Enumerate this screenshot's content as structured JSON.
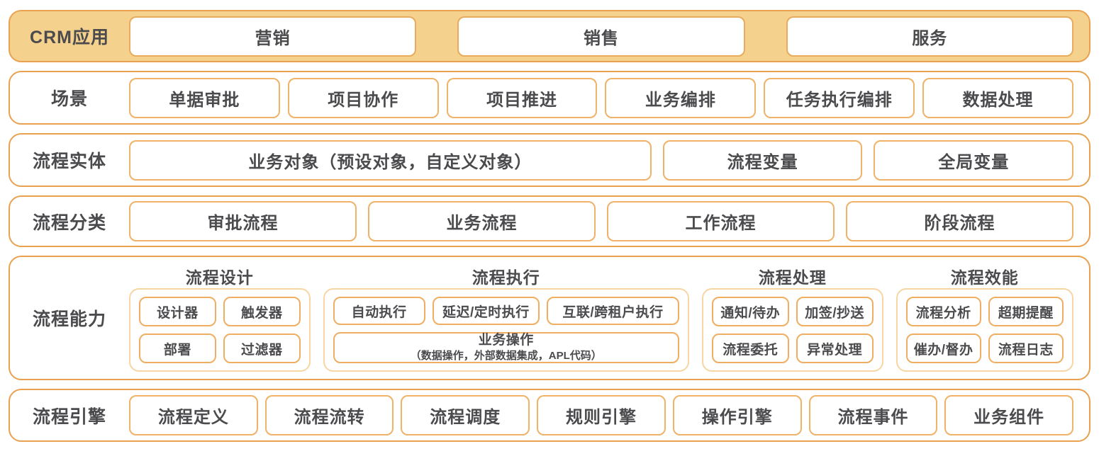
{
  "colors": {
    "row_border": "#e9a150",
    "crm_row_fill": "#f5d18e",
    "item_border": "#f0b168",
    "small_item_border": "#efae62",
    "group_border": "#f7d6a4",
    "text": "#4b4b4e",
    "box_fill": "#ffffff"
  },
  "rows": {
    "crm": {
      "label": "CRM应用",
      "items": [
        "营销",
        "销售",
        "服务"
      ]
    },
    "scenarios": {
      "label": "场景",
      "items": [
        "单据审批",
        "项目协作",
        "项目推进",
        "业务编排",
        "任务执行编排",
        "数据处理"
      ]
    },
    "entities": {
      "label": "流程实体",
      "items": [
        "业务对象（预设对象，自定义对象）",
        "流程变量",
        "全局变量"
      ]
    },
    "categories": {
      "label": "流程分类",
      "items": [
        "审批流程",
        "业务流程",
        "工作流程",
        "阶段流程"
      ]
    },
    "capabilities": {
      "label": "流程能力",
      "groups": [
        {
          "title": "流程设计",
          "items": [
            "设计器",
            "触发器",
            "部署",
            "过滤器"
          ]
        },
        {
          "title": "流程执行",
          "items": [
            "自动执行",
            "延迟/定时执行",
            "互联/跨租户执行"
          ],
          "wide_item": {
            "title": "业务操作",
            "subtitle": "（数据操作，外部数据集成，APL代码）"
          }
        },
        {
          "title": "流程处理",
          "items": [
            "通知/待办",
            "加签/抄送",
            "流程委托",
            "异常处理"
          ]
        },
        {
          "title": "流程效能",
          "items": [
            "流程分析",
            "超期提醒",
            "催办/督办",
            "流程日志"
          ]
        }
      ]
    },
    "engine": {
      "label": "流程引擎",
      "items": [
        "流程定义",
        "流程流转",
        "流程调度",
        "规则引擎",
        "操作引擎",
        "流程事件",
        "业务组件"
      ]
    }
  }
}
